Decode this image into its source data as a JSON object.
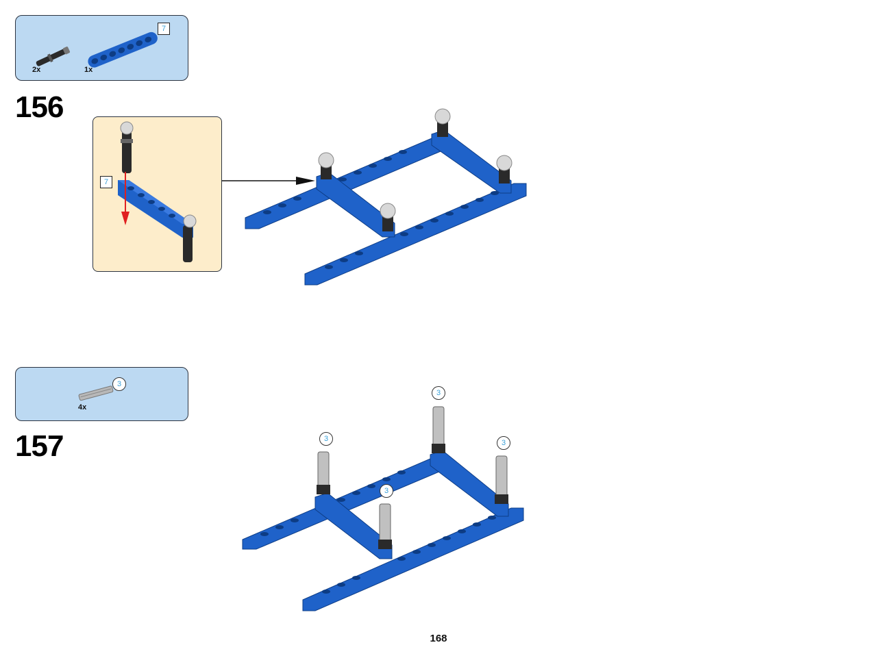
{
  "steps": [
    {
      "number": "156",
      "parts": [
        {
          "name": "pin",
          "qty": "2x"
        },
        {
          "name": "beam",
          "qty": "1x",
          "length": "7"
        }
      ],
      "callout": {
        "length": "7"
      }
    },
    {
      "number": "157",
      "parts": [
        {
          "name": "axle",
          "qty": "4x",
          "length": "3"
        }
      ],
      "axle_length_labels": [
        "3",
        "3",
        "3",
        "3"
      ]
    }
  ],
  "page_number": "168",
  "colors": {
    "beam": "#1f62c9",
    "parts_bg": "#bcd9f2",
    "callout_bg": "#fdedcb",
    "arrow": "#e02020"
  },
  "icons": [
    "pin-icon",
    "beam-icon",
    "axle-icon",
    "arrow-icon"
  ]
}
